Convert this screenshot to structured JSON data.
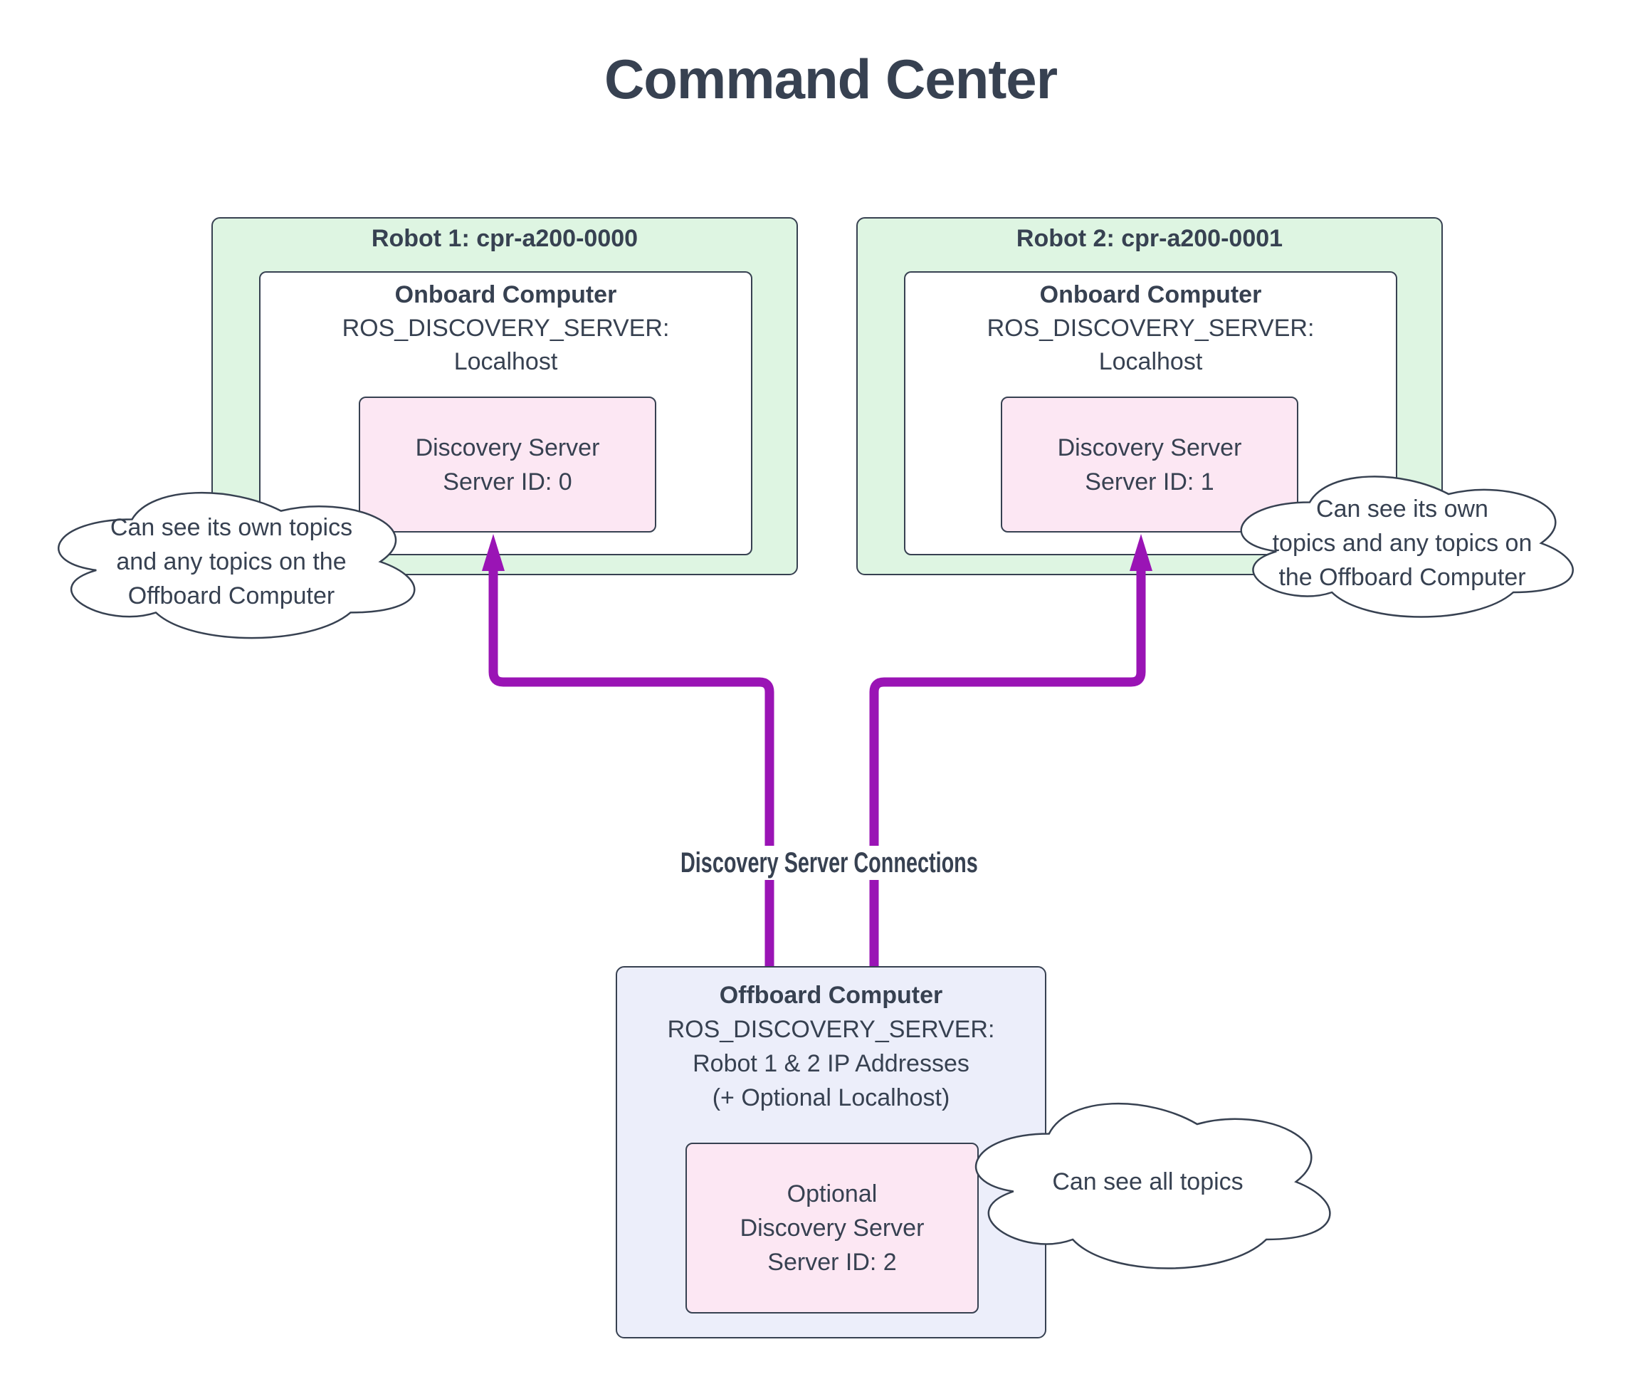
{
  "title": "Command Center",
  "colors": {
    "robot_box_fill": "#def5e2",
    "computer_box_fill": "#ffffff",
    "server_box_fill": "#fce7f3",
    "offboard_box_fill": "#eceefa",
    "stroke": "#374151",
    "text": "#374151",
    "connection_arrow": "#9a14b5"
  },
  "robot1": {
    "title": "Robot 1: cpr-a200-0000",
    "computer": {
      "title": "Onboard Computer",
      "line1": "ROS_DISCOVERY_SERVER:",
      "line2": "Localhost"
    },
    "server": {
      "line1": "Discovery Server",
      "line2": "Server ID: 0"
    }
  },
  "robot2": {
    "title": "Robot 2: cpr-a200-0001",
    "computer": {
      "title": "Onboard Computer",
      "line1": "ROS_DISCOVERY_SERVER:",
      "line2": "Localhost"
    },
    "server": {
      "line1": "Discovery Server",
      "line2": "Server ID: 1"
    }
  },
  "offboard": {
    "title": "Offboard Computer",
    "line1": "ROS_DISCOVERY_SERVER:",
    "line2": "Robot 1 & 2 IP Addresses",
    "line3": "(+ Optional Localhost)",
    "server": {
      "line1": "Optional",
      "line2": "Discovery Server",
      "line3": "Server ID: 2"
    }
  },
  "connection_label": "Discovery Server Connections",
  "clouds": {
    "left": {
      "lines": [
        "Can see its own topics",
        "and any topics on the",
        "Offboard Computer"
      ]
    },
    "right": {
      "lines": [
        "Can see its own",
        "topics and any topics on",
        "the Offboard Computer"
      ]
    },
    "bottom": {
      "lines": [
        "Can see all topics"
      ]
    }
  }
}
